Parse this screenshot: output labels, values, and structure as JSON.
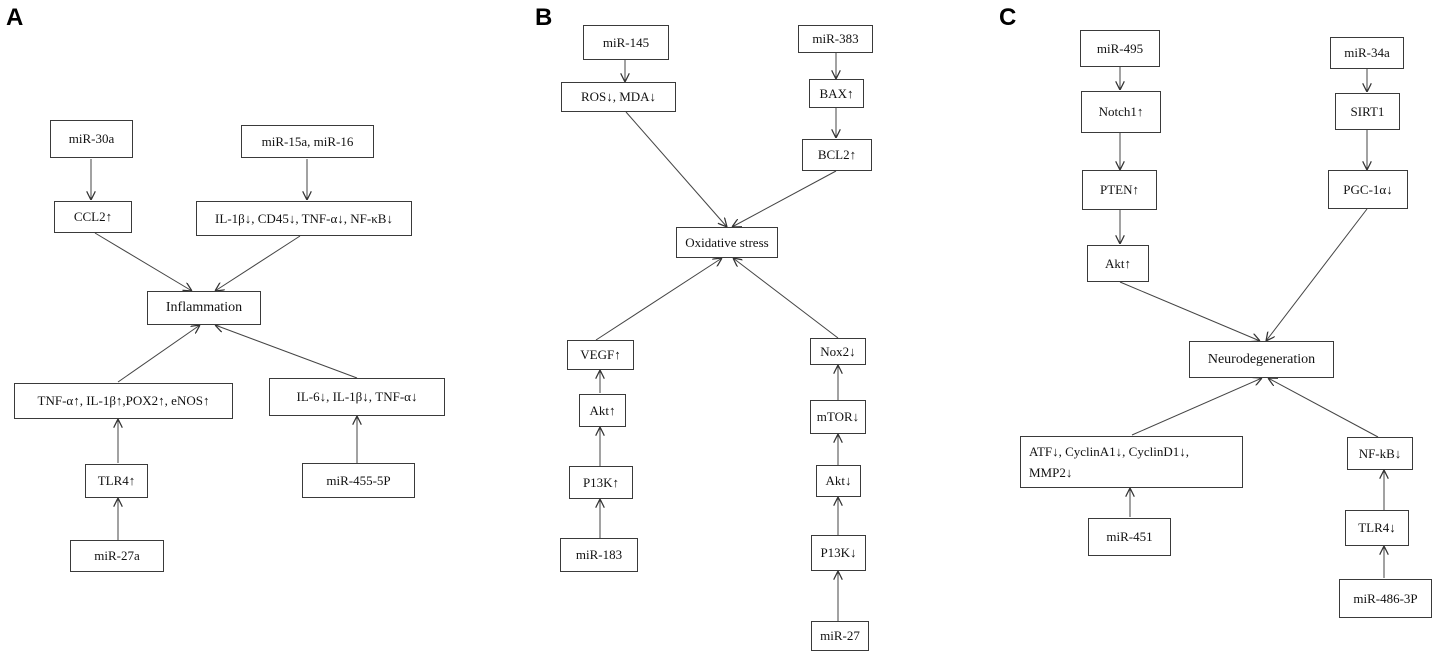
{
  "panels": [
    {
      "letter": "A",
      "nodes": {
        "mir30a": "miR-30a",
        "mir15a": "miR-15a, miR-16",
        "ccl2": "CCL2↑",
        "il1b_cd45": "IL-1β↓, CD45↓, TNF-α↓, NF-κB↓",
        "inflammation": "Inflammation",
        "tnf_pox2": "TNF-α↑, IL-1β↑,POX2↑, eNOS↑",
        "il6": "IL-6↓, IL-1β↓, TNF-α↓",
        "tlr4": "TLR4↑",
        "mir455": "miR-455-5P",
        "mir27a": "miR-27a"
      }
    },
    {
      "letter": "B",
      "nodes": {
        "mir145": "miR-145",
        "mir383": "miR-383",
        "ros": "ROS↓, MDA↓",
        "bax": "BAX↑",
        "bcl2": "BCL2↑",
        "oxstress": "Oxidative stress",
        "vegf": "VEGF↑",
        "nox2": "Nox2↓",
        "akt_up": "Akt↑",
        "mtor": "mTOR↓",
        "pi3k_up": "P13K↑",
        "akt_down": "Akt↓",
        "mir183": "miR-183",
        "pi3k_down": "P13K↓",
        "mir27": "miR-27"
      }
    },
    {
      "letter": "C",
      "nodes": {
        "mir495": "miR-495",
        "mir34a": "miR-34a",
        "notch1": "Notch1↑",
        "sirt1": "SIRT1",
        "pten": "PTEN↑",
        "pgc1a": "PGC-1α↓",
        "akt": "Akt↑",
        "neuro": "Neurodegeneration",
        "atf_line1": "ATF↓, CyclinA1↓, CyclinD1↓,",
        "atf_line2": "MMP2↓",
        "nfkb": "NF-kB↓",
        "tlr4": "TLR4↓",
        "mir451": "miR-451",
        "mir486": "miR-486-3P"
      }
    }
  ]
}
